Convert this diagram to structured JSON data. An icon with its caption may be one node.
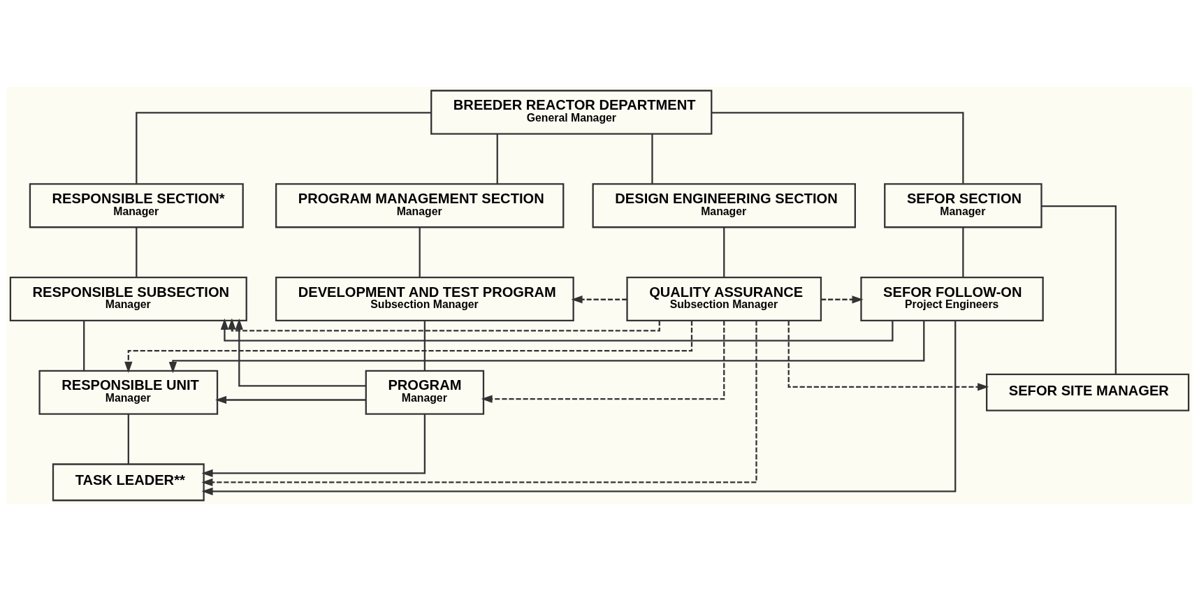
{
  "diagram": {
    "nodes": [
      {
        "text": [
          "BREEDER REACTOR DEPARTMENT",
          "General Manager"
        ]
      },
      {
        "text": [
          "RESPONSIBLE SECTION*",
          "Manager"
        ]
      },
      {
        "text": [
          "PROGRAM MANAGEMENT SECTION",
          "Manager"
        ]
      },
      {
        "text": [
          "DESIGN ENGINEERING SECTION",
          "Manager"
        ]
      },
      {
        "text": [
          "SEFOR SECTION",
          "Manager"
        ]
      },
      {
        "text": [
          "RESPONSIBLE SUBSECTION",
          "Manager"
        ]
      },
      {
        "text": [
          "DEVELOPMENT AND TEST PROGRAM",
          "Subsection Manager"
        ]
      },
      {
        "text": [
          "QUALITY ASSURANCE",
          "Subsection Manager"
        ]
      },
      {
        "text": [
          "SEFOR FOLLOW-ON",
          "Project Engineers"
        ]
      },
      {
        "text": [
          "SEFOR SITE MANAGER"
        ]
      },
      {
        "text": [
          "RESPONSIBLE UNIT",
          "Manager"
        ]
      },
      {
        "text": [
          "PROGRAM",
          "Manager"
        ]
      },
      {
        "text": [
          "TASK LEADER**"
        ]
      }
    ],
    "edges": [
      {
        "from": 0,
        "to": 1,
        "arrow": "none"
      },
      {
        "from": 0,
        "to": 2,
        "arrow": "none"
      },
      {
        "from": 0,
        "to": 3,
        "arrow": "none"
      },
      {
        "from": 0,
        "to": 4,
        "arrow": "none"
      },
      {
        "from": 1,
        "to": 5,
        "arrow": "none"
      },
      {
        "from": 2,
        "to": 6,
        "arrow": "none"
      },
      {
        "from": 3,
        "to": 7,
        "arrow": "none"
      },
      {
        "from": 4,
        "to": 8,
        "arrow": "none"
      },
      {
        "from": 4,
        "to": 9,
        "arrow": "none"
      },
      {
        "from": 5,
        "to": 10,
        "arrow": "none"
      },
      {
        "from": 6,
        "to": 11,
        "arrow": "none"
      },
      {
        "from": 10,
        "to": 12,
        "arrow": "none"
      },
      {
        "from": 11,
        "to": 5,
        "arrow": "to"
      },
      {
        "from": 11,
        "to": 10,
        "arrow": "to"
      },
      {
        "from": 11,
        "to": 12,
        "arrow": "to"
      },
      {
        "from": 8,
        "to": 5,
        "arrow": "to"
      },
      {
        "from": 8,
        "to": 10,
        "arrow": "to"
      },
      {
        "from": 8,
        "to": 12,
        "arrow": "to"
      },
      {
        "from": 7,
        "to": 12,
        "arrow": "to",
        "style": "dashed"
      },
      {
        "from": 7,
        "to": 5,
        "arrow": "to",
        "style": "dashed"
      },
      {
        "from": 7,
        "to": 10,
        "arrow": "to",
        "style": "dashed"
      },
      {
        "from": 7,
        "to": 6,
        "arrow": "to",
        "style": "dashed"
      },
      {
        "from": 7,
        "to": 11,
        "arrow": "to",
        "style": "dashed"
      },
      {
        "from": 7,
        "to": 8,
        "arrow": "to",
        "style": "dashed"
      },
      {
        "from": 7,
        "to": 9,
        "arrow": "to",
        "style": "dashed"
      }
    ]
  }
}
